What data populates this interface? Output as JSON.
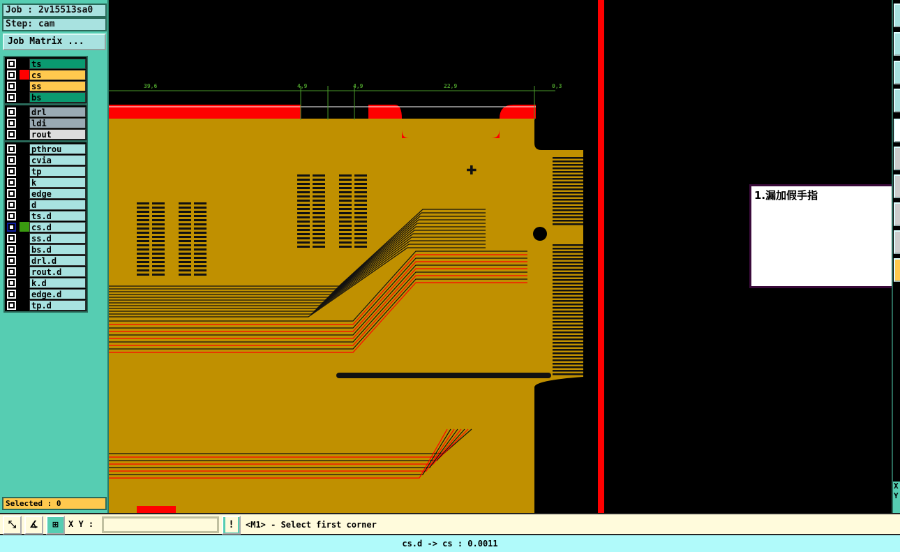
{
  "job": {
    "label": "Job : 2v15513sa0",
    "step": "Step: cam",
    "matrix_button": "Job Matrix ..."
  },
  "layers": {
    "group1": [
      {
        "name": "ts",
        "color": "#0a9a70",
        "swatch": ""
      },
      {
        "name": "cs",
        "color": "#ffc94e",
        "swatch": "#ff0000"
      },
      {
        "name": "ss",
        "color": "#ffc94e",
        "swatch": ""
      },
      {
        "name": "bs",
        "color": "#0a9a70",
        "swatch": ""
      }
    ],
    "group2": [
      {
        "name": "drl",
        "color": "#9aaab4",
        "swatch": ""
      },
      {
        "name": "ldi",
        "color": "#9aaab4",
        "swatch": ""
      },
      {
        "name": "rout",
        "color": "#dcdcdc",
        "swatch": ""
      }
    ],
    "group3": [
      {
        "name": "pthrou"
      },
      {
        "name": "cvia"
      },
      {
        "name": "tp"
      },
      {
        "name": "k"
      },
      {
        "name": "edge"
      },
      {
        "name": "d"
      },
      {
        "name": "ts.d"
      },
      {
        "name": "cs.d",
        "swatch": "#3a9a10",
        "active": true
      },
      {
        "name": "ss.d"
      },
      {
        "name": "bs.d"
      },
      {
        "name": "drl.d"
      },
      {
        "name": "rout.d"
      },
      {
        "name": "k.d"
      },
      {
        "name": "edge.d"
      },
      {
        "name": "tp.d"
      }
    ]
  },
  "selected": "Selected : 0",
  "canvas": {
    "dimensions": [
      "39,6",
      "4,9",
      "4,9",
      "22,9",
      "0,3"
    ],
    "note": "1.漏加假手指",
    "copper_color": "#c09000",
    "feature_color": "#ff0000"
  },
  "bottom": {
    "xy_label": "X Y :",
    "xy_value": "",
    "prompt": "<M1> - Select first corner"
  },
  "right_panel": {
    "x_label": "X",
    "y_label": "Y"
  },
  "status": "cs.d -> cs : 0.0011"
}
